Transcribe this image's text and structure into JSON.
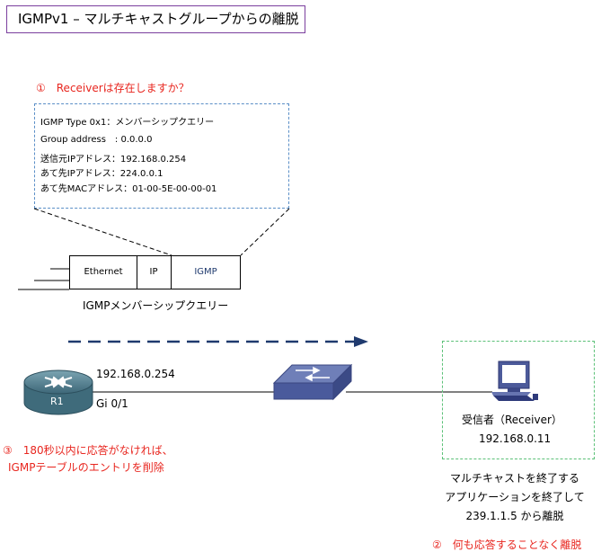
{
  "title": "IGMPv1 – マルチキャストグループからの離脱",
  "step1": "①　Receiverは存在しますか？",
  "query_info": [
    "IGMP Type 0x1：メンバーシップクエリー",
    "Group address　: 0.0.0.0",
    "送信元IPアドレス：192.168.0.254",
    "あて先IPアドレス：224.0.0.1",
    "あて先MACアドレス：01-00-5E-00-00-01"
  ],
  "headers": {
    "ethernet": "Ethernet",
    "ip": "IP",
    "igmp": "IGMP"
  },
  "query_label": "IGMPメンバーシップクエリー",
  "router": {
    "name": "R1",
    "ip": "192.168.0.254",
    "interface": "Gi 0/1"
  },
  "step3": [
    "③　180秒以内に応答がなければ、",
    "IGMPテーブルのエントリを削除"
  ],
  "receiver": {
    "name": "受信者（Receiver）",
    "ip": "192.168.0.11"
  },
  "leave_description": [
    "マルチキャストを終了する",
    "アプリケーションを終了して",
    "239.1.1.5 から離脱"
  ],
  "step2": "②　何も応答することなく離脱",
  "colors": {
    "red": "#e8261f",
    "title_border": "#7b3f9e",
    "info_border": "#5b8fc7",
    "receiver_border": "#5cc178",
    "arrow": "#1f3a6e",
    "igmp_text": "#1f3a6e"
  },
  "icons": {
    "router": "router-icon",
    "switch": "switch-icon",
    "computer": "computer-icon"
  }
}
